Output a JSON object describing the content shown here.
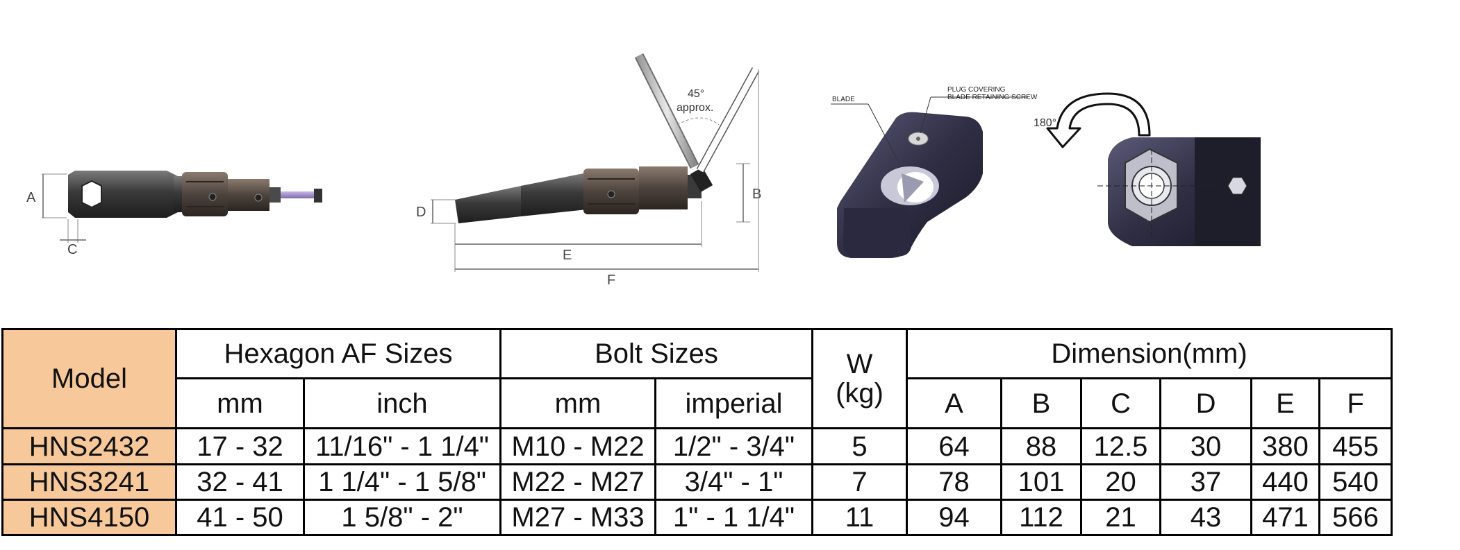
{
  "drawings": {
    "side_view": {
      "labels": {
        "a": "A",
        "c": "C"
      }
    },
    "tilt_view": {
      "labels": {
        "b": "B",
        "d": "D",
        "e": "E",
        "f": "F"
      },
      "angle": "45°",
      "angle_note": "approx."
    },
    "blade_view": {
      "blade_label": "BLADE",
      "plug_label_1": "PLUG COVERING",
      "plug_label_2": "BLADE RETAINING SCREW"
    },
    "rotate_view": {
      "rotation": "180°"
    }
  },
  "table": {
    "header": {
      "model": "Model",
      "hexagon": "Hexagon AF Sizes",
      "bolt": "Bolt Sizes",
      "weight": "W",
      "weight_unit": "(kg)",
      "dimension": "Dimension(mm)",
      "hex_mm": "mm",
      "hex_inch": "inch",
      "bolt_mm": "mm",
      "bolt_imperial": "imperial",
      "dim_a": "A",
      "dim_b": "B",
      "dim_c": "C",
      "dim_d": "D",
      "dim_e": "E",
      "dim_f": "F"
    },
    "rows": [
      {
        "model": "HNS2432",
        "hex_mm": "17 - 32",
        "hex_inch": "11/16\" - 1 1/4\"",
        "bolt_mm": "M10 - M22",
        "bolt_imperial": "1/2\" - 3/4\"",
        "w": "5",
        "a": "64",
        "b": "88",
        "c": "12.5",
        "d": "30",
        "e": "380",
        "f": "455"
      },
      {
        "model": "HNS3241",
        "hex_mm": "32 - 41",
        "hex_inch": "1 1/4\" - 1 5/8\"",
        "bolt_mm": "M22 - M27",
        "bolt_imperial": "3/4\" - 1\"",
        "w": "7",
        "a": "78",
        "b": "101",
        "c": "20",
        "d": "37",
        "e": "440",
        "f": "540"
      },
      {
        "model": "HNS4150",
        "hex_mm": "41 - 50",
        "hex_inch": "1 5/8\" - 2\"",
        "bolt_mm": "M27 - M33",
        "bolt_imperial": "1\" - 1 1/4\"",
        "w": "11",
        "a": "94",
        "b": "112",
        "c": "21",
        "d": "43",
        "e": "471",
        "f": "566"
      }
    ],
    "colors": {
      "model_cell": "#f7c99a",
      "border": "#000000"
    }
  }
}
